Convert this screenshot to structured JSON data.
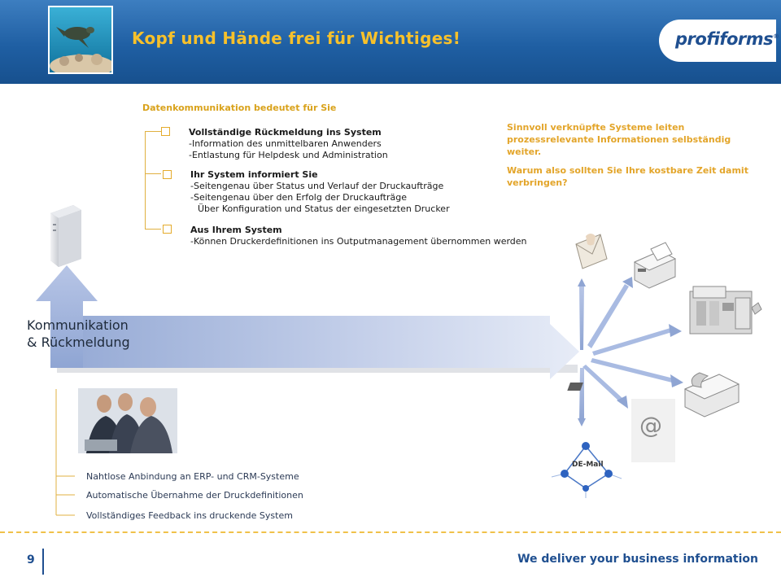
{
  "header": {
    "title": "Kopf und Hände frei für Wichtiges!",
    "logo": "proﬁforms",
    "logo_registered": "®"
  },
  "main": {
    "section_title": "Datenkommunikation  bedeutet für Sie",
    "items": [
      {
        "head": "Vollständige Rückmeldung ins System",
        "lines": [
          "-Information des unmittelbaren Anwenders",
          "-Entlastung für Helpdesk und Administration"
        ]
      },
      {
        "head": "Ihr System informiert Sie",
        "lines": [
          "-Seitengenau über Status und Verlauf der Druckaufträge",
          "-Seitengenau über den Erfolg der Druckaufträge",
          "  Über Konfiguration und Status der eingesetzten Drucker"
        ]
      },
      {
        "head": "Aus Ihrem System",
        "lines": [
          "-Können Druckerdefinitionen ins Outputmanagement übernommen werden"
        ]
      }
    ],
    "note_1": "Sinnvoll verknüpfte Systeme leiten prozessrelevante Informationen selbständig weiter.",
    "note_2": "Warum also sollten Sie Ihre kostbare Zeit damit verbringen?"
  },
  "diagram": {
    "arrow_label_1": "Kommunikation",
    "arrow_label_2": "& Rückmeldung",
    "demail_label": "DE-Mail",
    "email_symbol": "@"
  },
  "bottom": {
    "items": [
      "Nahtlose Anbindung an ERP- und CRM-Systeme",
      "Automatische Übernahme der Druckdefinitionen",
      "Vollständiges Feedback ins druckende System"
    ]
  },
  "footer": {
    "page_number": "9",
    "tagline": "We deliver your business information"
  },
  "colors": {
    "header_blue": "#1f5fa3",
    "title_yellow": "#f7c12b",
    "accent_gold": "#e3a52a",
    "brand_blue": "#1f4f90"
  }
}
